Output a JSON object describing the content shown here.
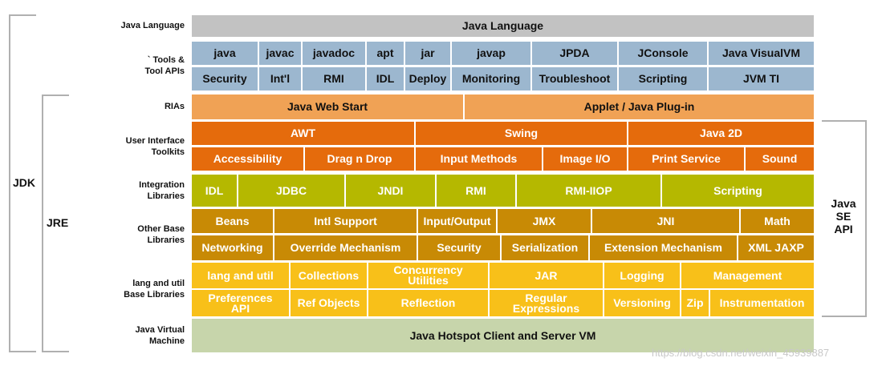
{
  "colors": {
    "gray": "#c2c2c2",
    "steel": "#9cb7cf",
    "salmon": "#f0a255",
    "orange": "#e56b0c",
    "olive": "#b5b800",
    "brown": "#c88a05",
    "yellow": "#f8c019",
    "sage": "#c7d5ab",
    "bracket": "#b0b0b0"
  },
  "side_labels": {
    "jdk": "JDK",
    "jre": "JRE",
    "java_se_api": "Java\nSE\nAPI"
  },
  "watermark": "https://blog.csdn.net/weixin_45939887",
  "rows": [
    {
      "key": "java-language",
      "label": "Java Language"
    },
    {
      "key": "tools",
      "label": "` Tools &\nTool APIs"
    },
    {
      "key": "rias",
      "label": "RIAs"
    },
    {
      "key": "ui-toolkits",
      "label": "User Interface\nToolkits"
    },
    {
      "key": "integration",
      "label": "Integration\nLibraries"
    },
    {
      "key": "other-base",
      "label": "Other Base\nLibraries"
    },
    {
      "key": "lang-util",
      "label": "lang and util\nBase Libraries"
    },
    {
      "key": "jvm",
      "label": "Java Virtual\nMachine"
    }
  ],
  "blocks": {
    "java_language": "Java Language",
    "tools_row1": [
      "java",
      "javac",
      "javadoc",
      "apt",
      "jar",
      "javap",
      "JPDA",
      "JConsole",
      "Java VisualVM"
    ],
    "tools_row2": [
      "Security",
      "Int'l",
      "RMI",
      "IDL",
      "Deploy",
      "Monitoring",
      "Troubleshoot",
      "Scripting",
      "JVM TI"
    ],
    "rias": [
      "Java Web Start",
      "Applet / Java Plug-in"
    ],
    "ui_row1": [
      "AWT",
      "Swing",
      "Java 2D"
    ],
    "ui_row2": [
      "Accessibility",
      "Drag n Drop",
      "Input Methods",
      "Image I/O",
      "Print Service",
      "Sound"
    ],
    "integration": [
      "IDL",
      "JDBC",
      "JNDI",
      "RMI",
      "RMI-IIOP",
      "Scripting"
    ],
    "other_row1": [
      "Beans",
      "Intl Support",
      "Input/Output",
      "JMX",
      "JNI",
      "Math"
    ],
    "other_row2": [
      "Networking",
      "Override Mechanism",
      "Security",
      "Serialization",
      "Extension Mechanism",
      "XML JAXP"
    ],
    "lang_row1": [
      "lang and util",
      "Collections",
      "Concurrency\nUtilities",
      "JAR",
      "Logging",
      "Management"
    ],
    "lang_row2": [
      "Preferences\nAPI",
      "Ref Objects",
      "Reflection",
      "Regular\nExpressions",
      "Versioning",
      "Zip",
      "Instrumentation"
    ],
    "jvm": "Java Hotspot Client and Server VM"
  }
}
